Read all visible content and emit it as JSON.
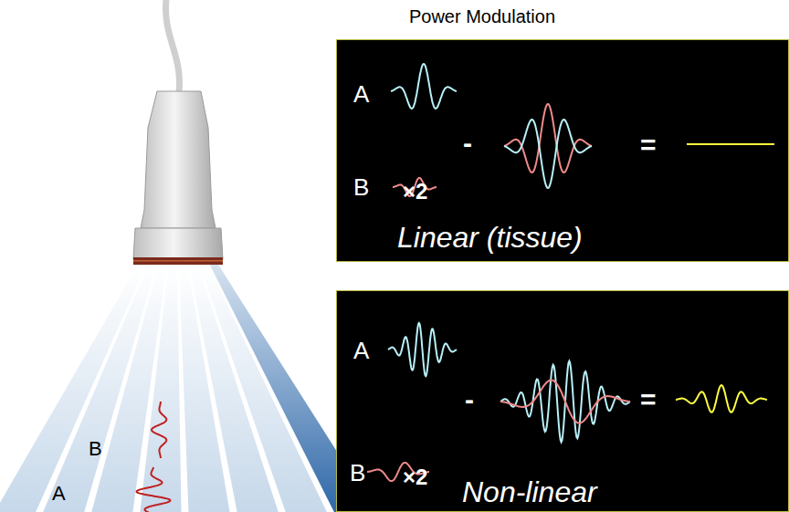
{
  "diagram": {
    "title": "Power Modulation",
    "nodes": [
      {
        "text": [
          "A",
          "-",
          "=",
          "B",
          "×2",
          "Linear (tissue)"
        ]
      },
      {
        "text": [
          "A",
          "-",
          "=",
          "B",
          "×2",
          "Non-linear"
        ]
      }
    ],
    "labels": [
      "B",
      "A"
    ]
  }
}
